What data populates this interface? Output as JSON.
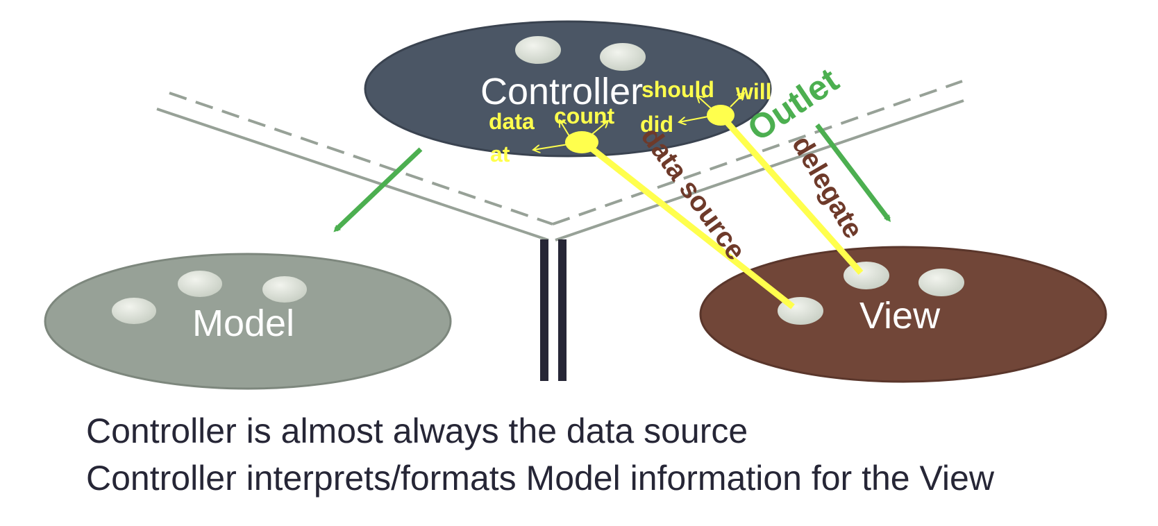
{
  "nodes": {
    "controller": {
      "label": "Controller",
      "color": "#4b5665"
    },
    "model": {
      "label": "Model",
      "color": "#97a197"
    },
    "view": {
      "label": "View",
      "color": "#714638"
    }
  },
  "controller_labels": {
    "should": "should",
    "will": "will",
    "did": "did",
    "data": "data",
    "count": "count",
    "at": "at"
  },
  "connections": {
    "outlet": "Outlet",
    "data_source": "data source",
    "delegate": "delegate"
  },
  "captions": [
    "Controller is almost always the data source",
    "Controller interprets/formats Model information for the View"
  ],
  "colors": {
    "yellow": "#ffff4d",
    "green_arrow": "#4caf50",
    "brown_text": "#6e3a2a",
    "boundary_line": "#97a197",
    "wall": "#262636"
  }
}
